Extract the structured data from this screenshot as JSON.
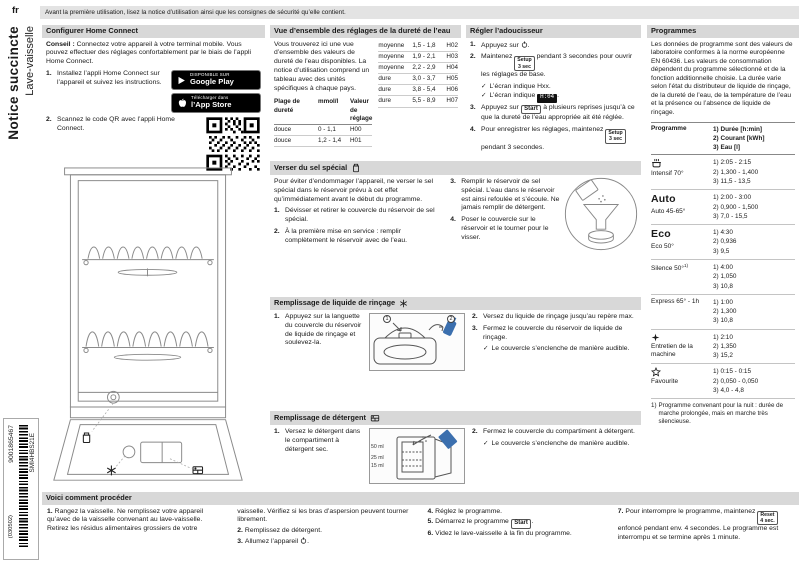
{
  "icons": {
    "checkmark": "✓"
  },
  "masthead": {
    "lang_label": "fr",
    "doc_title": "Notice succincte",
    "product_title": "Lave-vaisselle",
    "top_note": "Avant la première utilisation, lisez la notice d’utilisation ainsi que les consignes de sécurité qu’elle contient.",
    "order_number": "9001865467",
    "print_code": "(030502)",
    "model": "SMI4HBS21E"
  },
  "keys": {
    "setup": "Setup",
    "setup_time": "3 sec",
    "start": "Start",
    "reset": "Reset",
    "reset_time": "4 sec."
  },
  "home_connect": {
    "title": "Configurer Home Connect",
    "tip_label": "Conseil :",
    "tip_text": "Connectez votre appareil à votre terminal mobile. Vous pouvez effectuer des régl­ages confortablement par le biais de l’appli Home Connect.",
    "steps": [
      {
        "num": "1.",
        "text": "Installez l’appli Home Connect sur l’appareil et suivez les instructions."
      },
      {
        "num": "2.",
        "text": "Scannez le code QR avec l’appli Home Connect."
      }
    ],
    "badges": {
      "google_line1": "DISPONIBLE SUR",
      "google_line2": "Google Play",
      "apple_line1": "Télécharger dans",
      "apple_line2": "l’App Store"
    }
  },
  "hardness": {
    "title": "Vue d’ensemble des réglages de la dureté de l’eau",
    "intro": "Vous trouverez ici une vue d’ensemble des valeurs de dureté de l’eau disponibles. La notice d’utilisation comprend un tableau avec des unités spécifiques à chaque pays.",
    "header": {
      "range": "Plage de dureté",
      "unit": "mmol/l",
      "value": "Valeur de réglage"
    },
    "rows_left": [
      {
        "range": "douce",
        "unit": "0 - 1,1",
        "value": "H00"
      },
      {
        "range": "douce",
        "unit": "1,2 - 1,4",
        "value": "H01"
      }
    ],
    "rows_right": [
      {
        "range": "moyenne",
        "unit": "1,5 - 1,8",
        "value": "H02"
      },
      {
        "range": "moyenne",
        "unit": "1,9 - 2,1",
        "value": "H03"
      },
      {
        "range": "moyenne",
        "unit": "2,2 - 2,9",
        "value": "H04"
      },
      {
        "range": "dure",
        "unit": "3,0 - 3,7",
        "value": "H05"
      },
      {
        "range": "dure",
        "unit": "3,8 - 5,4",
        "value": "H06"
      },
      {
        "range": "dure",
        "unit": "5,5 - 8,9",
        "value": "H07"
      }
    ]
  },
  "softener": {
    "title": "Régler l’adoucisseur",
    "steps": [
      {
        "num": "1.",
        "before": "Appuyez sur",
        "after": "."
      },
      {
        "num": "2.",
        "before": "Maintenez",
        "after": "pendant 3 secondes pour ouvrir les réglages de base.",
        "result1": "L’écran indique Hxx.",
        "result2_before": "L’écran indique",
        "display_value": "H:04",
        "result2_after": "."
      },
      {
        "num": "3.",
        "before": "Appuyez sur",
        "after": "à plusieurs reprises jusqu’à ce que la dureté de l’eau appropriée ait été réglée."
      },
      {
        "num": "4.",
        "before": "Pour enregistrer les réglages, maintenez",
        "after": "pendant 3 secondes."
      }
    ]
  },
  "salt": {
    "title": "Verser du sel spécial",
    "intro": "Pour éviter d’endommager l’appareil, ne verser le sel spécial dans le réservoir prévu à cet effet qu’immédiatement avant le début du programme.",
    "steps": [
      {
        "num": "1.",
        "text": "Dévisser et retirer le couvercle du réservoir de sel spécial."
      },
      {
        "num": "2.",
        "text": "À la première mise en service : remplir complètement le réservoir avec de l’eau."
      },
      {
        "num": "3.",
        "text": "Remplir le réservoir de sel spécial. L’eau dans le réservoir est ainsi refoulée et s’écoule. Ne jamais remplir de détergent."
      },
      {
        "num": "4.",
        "text": "Poser le couvercle sur le réservoir et le tourner pour le visser."
      }
    ]
  },
  "rinse_aid": {
    "title": "Remplissage de liquide de rinçage",
    "steps": [
      {
        "num": "1.",
        "text": "Appuyez sur la languette du couvercle du réservoir de liquide de rinçage et soulevez-la."
      },
      {
        "num": "2.",
        "text": "Versez du liquide de rinçage jusqu’au repère max."
      },
      {
        "num": "3.",
        "text": "Fermez le couvercle du réservoir de liquide de rinçage.",
        "result": "Le couvercle s’enclenche de manière audible."
      }
    ],
    "illustration": {
      "label_1": "1",
      "label_2": "2"
    }
  },
  "detergent": {
    "title": "Remplissage de détergent",
    "steps": [
      {
        "num": "1.",
        "text": "Versez le détergent dans le compartiment à détergent sec."
      },
      {
        "num": "2.",
        "text": "Fermez le couvercle du compartiment à détergent.",
        "result": "Le couvercle s’enclenche de manière audible."
      }
    ],
    "illustration": {
      "label_50": "50 ml",
      "label_25": "25 ml",
      "label_15": "15 ml"
    }
  },
  "programmes": {
    "title": "Programmes",
    "intro": "Les données de programme sont des valeurs de laboratoire conformes à la norme européenne EN 60436. Les valeurs de consommation dépendent du programme sélectionné et de la fonction additionnelle choisie. La durée varie selon l’état du distributeur de liquide de rinçage, de la dureté de l’eau, de la température de l’eau et la présence ou l’absence de liquide de rinçage.",
    "header_program": "Programme",
    "header_l1": "1) Durée [h:min]",
    "header_l2": "2) Courant [kWh]",
    "header_l3": "3) Eau [l]",
    "rows": [
      {
        "name": "Intensif 70°",
        "v1": "1) 2:05 - 2:15",
        "v2": "2) 1,300 - 1,400",
        "v3": "3) 11,5 - 13,5"
      },
      {
        "display": "Auto",
        "name": "Auto 45-65°",
        "v1": "1) 2:00 - 3:00",
        "v2": "2) 0,900 - 1,500",
        "v3": "3) 7,0 - 15,5"
      },
      {
        "display": "Eco",
        "name": "Eco 50°",
        "v1": "1) 4:30",
        "v2": "2) 0,936",
        "v3": "3) 9,5"
      },
      {
        "name": "Silence 50°",
        "footnote_ref": "1)",
        "v1": "1) 4:00",
        "v2": "2) 1,050",
        "v3": "3) 10,8"
      },
      {
        "name": "Express 65° - 1h",
        "v1": "1) 1:00",
        "v2": "2) 1,300",
        "v3": "3) 10,8"
      },
      {
        "name": "Entretien de la machine",
        "v1": "1) 2:10",
        "v2": "2) 1,350",
        "v3": "3) 15,2"
      },
      {
        "name": "Favourite",
        "v1": "1) 0:15 - 0:15",
        "v2": "2) 0,050 - 0,050",
        "v3": "3) 4,0 - 4,8"
      }
    ],
    "footnote_ref": "1)",
    "footnote": "Programme convenant pour la nuit : durée de marche prolongée, mais en marche très silencieuse."
  },
  "procedure": {
    "title": "Voici comment procéder",
    "steps": [
      {
        "num": "1.",
        "text": "Rangez la vaisselle. Ne remplissez votre appareil qu’avec de la vaisselle convenant au lave-vaisselle. Retirez les résidus alimentaires grossiers de votre vaisselle. Vérifiez si les bras d’aspersion peuvent tourner librement."
      },
      {
        "num": "2.",
        "text": "Remplissez de détergent."
      },
      {
        "num": "3.",
        "text": "Allumez l’appareil",
        "suffix": "."
      },
      {
        "num": "4.",
        "text": "Réglez le programme."
      },
      {
        "num": "5.",
        "before": "Démarrez le programme",
        "suffix": "."
      },
      {
        "num": "6.",
        "text": "Videz le lave-vaisselle à la fin du programme."
      },
      {
        "num": "7.",
        "before": "Pour interrompre le programme, maintenez",
        "after": "enfoncé pendant env. 4 secondes. Le programme est interrompu et se termine après 1 minute."
      }
    ]
  }
}
